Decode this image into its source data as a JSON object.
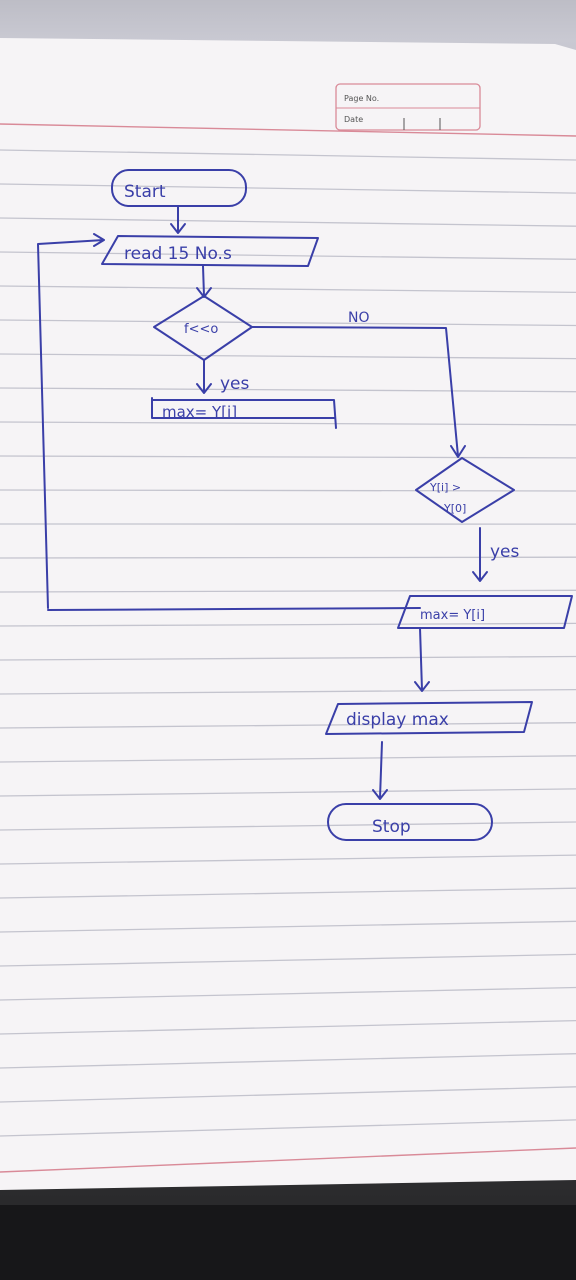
{
  "page_header": {
    "page_no_label": "Page No.",
    "date_label": "Date"
  },
  "flowchart": {
    "start": "Start",
    "read": "read 15 No.s",
    "condition1": "f<<o",
    "yes1": "yes",
    "assign1": "max= Y[i]",
    "no1": "NO",
    "condition2_line1": "Y[i] >",
    "condition2_line2": "Y[0]",
    "yes2": "yes",
    "assign2": "max= Y[i]",
    "display": "display max",
    "stop": "Stop"
  },
  "colors": {
    "ink": "#3a3fa8",
    "paper": "#f7f5f7",
    "rule_line": "#c2c2cc",
    "margin_line": "#d98a98"
  }
}
